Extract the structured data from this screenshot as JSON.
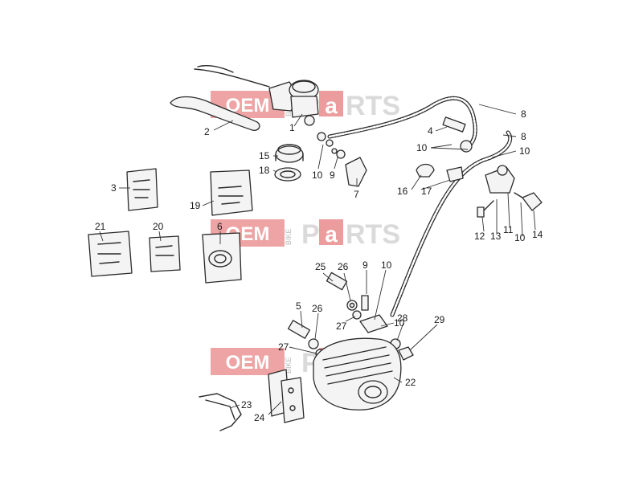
{
  "watermark": {
    "word_left": "OEM",
    "word_small": "BIKE",
    "word_right_p": "P",
    "word_right_a": "a",
    "word_right_rest": "RTS"
  },
  "callouts": {
    "c1": "1",
    "c2": "2",
    "c3": "3",
    "c4": "4",
    "c5": "5",
    "c6": "6",
    "c7": "7",
    "c8a": "8",
    "c8b": "8",
    "c9a": "9",
    "c9b": "9",
    "c10a": "10",
    "c10b": "10",
    "c10c": "10",
    "c10d": "10",
    "c10e": "10",
    "c10f": "10",
    "c11": "11",
    "c12": "12",
    "c13": "13",
    "c14": "14",
    "c15": "15",
    "c16": "16",
    "c17": "17",
    "c18": "18",
    "c19": "19",
    "c20": "20",
    "c21": "21",
    "c22": "22",
    "c23": "23",
    "c24": "24",
    "c25": "25",
    "c26a": "26",
    "c26b": "26",
    "c27a": "27",
    "c27b": "27",
    "c28": "28",
    "c29": "29"
  }
}
